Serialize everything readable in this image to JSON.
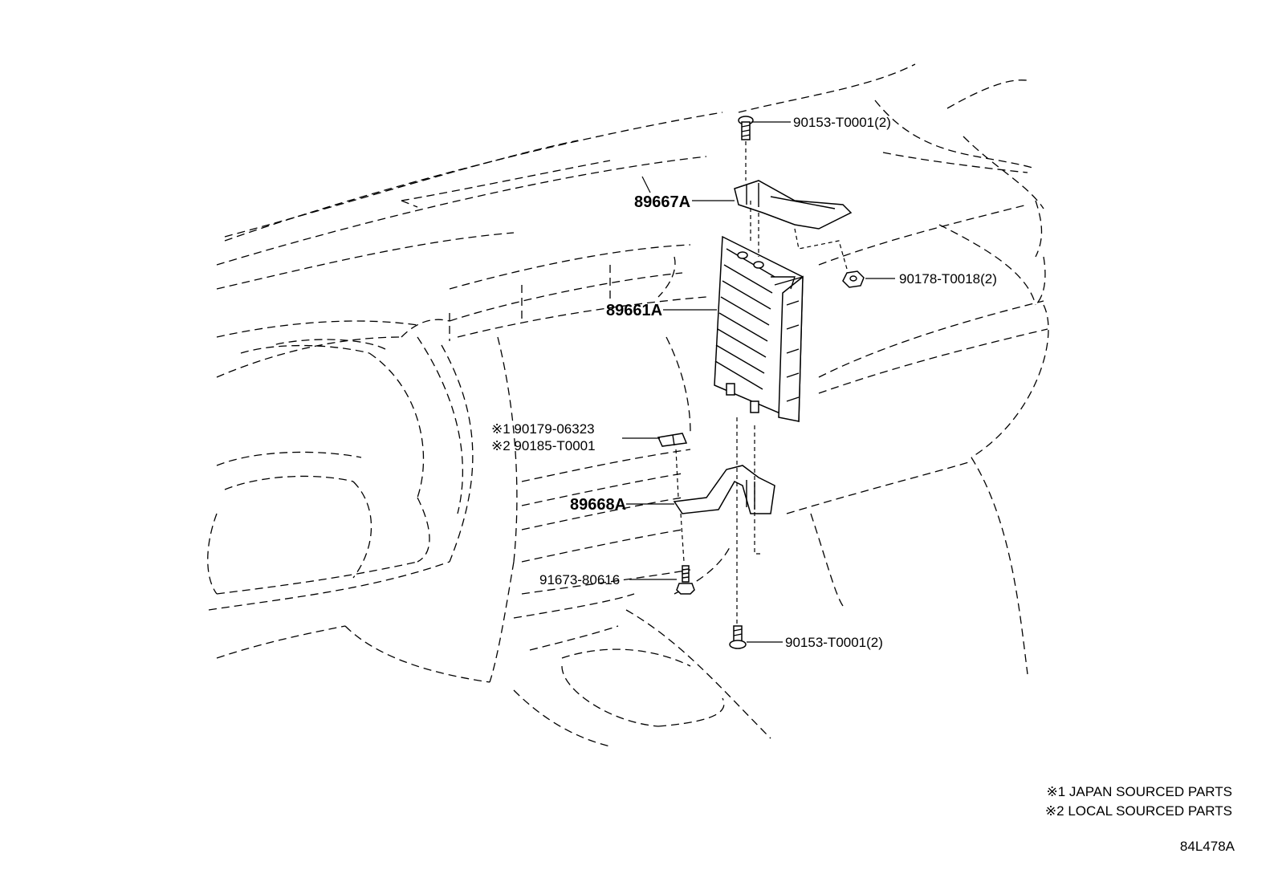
{
  "diagram": {
    "callouts": {
      "screw_top": "90153-T0001(2)",
      "bracket_upper": "89667A",
      "nut_right": "90178-T0018(2)",
      "ecu": "89661A",
      "clip_line1": "※1 90179-06323",
      "clip_line2": "※2 90185-T0001",
      "bracket_lower": "89668A",
      "bolt": "91673-80616",
      "screw_bottom": "90153-T0001(2)"
    },
    "legend": {
      "line1": "※1 JAPAN SOURCED PARTS",
      "line2": "※2 LOCAL SOURCED PARTS"
    },
    "figure_code": "84L478A"
  }
}
